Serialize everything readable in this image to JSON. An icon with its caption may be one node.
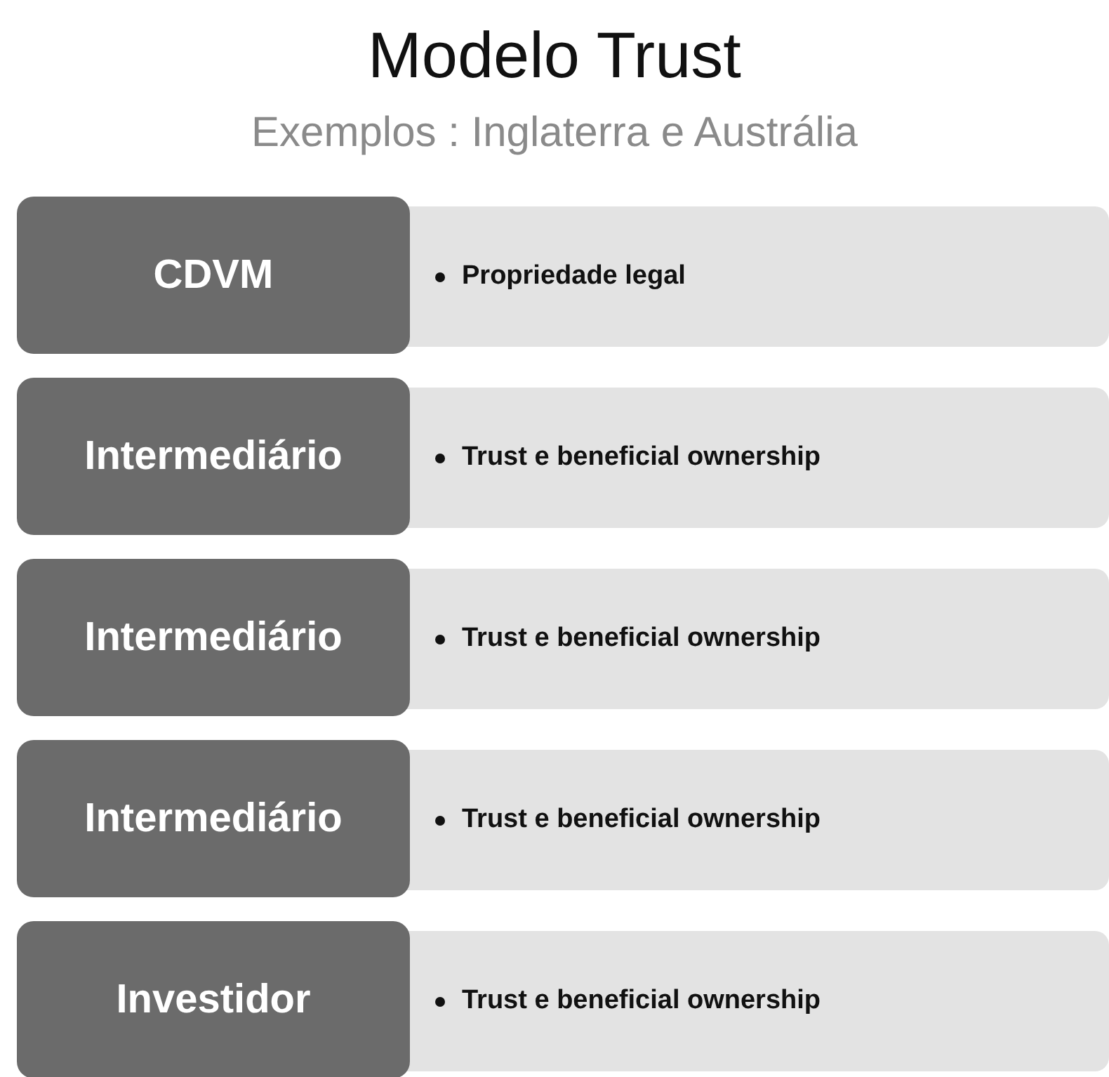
{
  "diagram": {
    "title": "Modelo Trust",
    "nodes": [
      {
        "text": [
          "CDVM"
        ]
      },
      {
        "text": [
          "Propriedade legal"
        ]
      },
      {
        "text": [
          "Intermediário"
        ]
      },
      {
        "text": [
          "Trust e beneficial ownership"
        ]
      },
      {
        "text": [
          "Intermediário"
        ]
      },
      {
        "text": [
          "Trust e beneficial ownership"
        ]
      },
      {
        "text": [
          "Intermediário"
        ]
      },
      {
        "text": [
          "Trust e beneficial ownership"
        ]
      },
      {
        "text": [
          "Investidor"
        ]
      },
      {
        "text": [
          "Trust e beneficial ownership"
        ]
      }
    ],
    "labels": [
      "Exemplos : Inglaterra e Austrália"
    ]
  }
}
